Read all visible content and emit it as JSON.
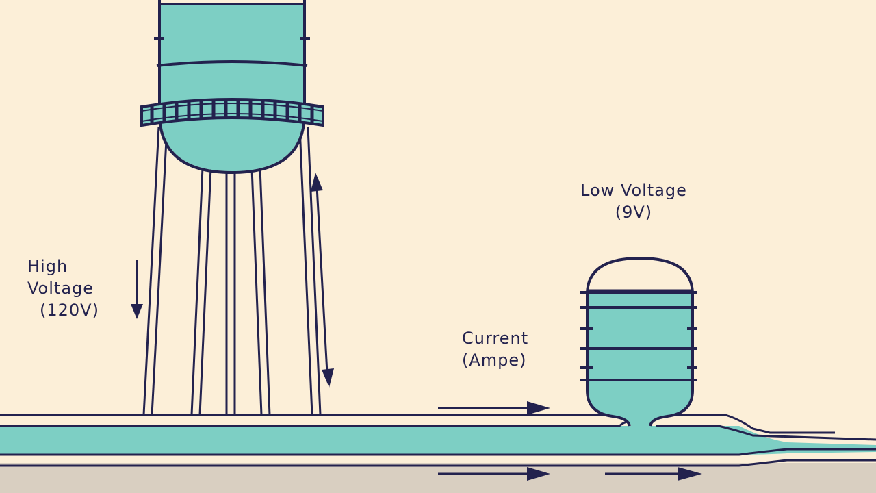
{
  "labels": {
    "high": {
      "line1": "High",
      "line2": "Voltage",
      "line3": "(120V)"
    },
    "low": {
      "line1": "Low Voltage",
      "line2": "(9V)"
    },
    "current": {
      "line1": "Current",
      "line2": "(Ampe)"
    }
  },
  "colors": {
    "background": "#fcefd8",
    "water": "#7dcfc4",
    "outline": "#23224e",
    "ground": "#d9cfc1"
  }
}
